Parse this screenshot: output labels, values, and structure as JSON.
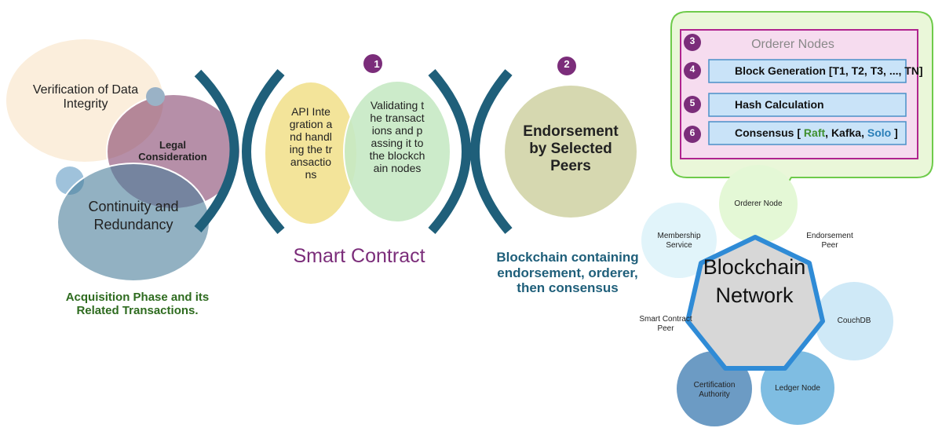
{
  "colors": {
    "purple": "#7b2d7a",
    "teal_dark": "#1f5f7a",
    "green_dark": "#2e6b1f",
    "callout_border": "#6ecb4a",
    "callout_fill": "#eaf7d9",
    "magenta_border": "#b0248f",
    "step_border": "#4a90c8",
    "step_fill": "#c9e3f8"
  },
  "acquisition": {
    "verification": "Verification of Data Integrity",
    "legal": "Legal Consideration",
    "continuity": "Continuity and Redundancy",
    "caption": "Acquisition Phase and its Related Transactions."
  },
  "smart_contract": {
    "badge": "1",
    "api_text": "API Integration and handling the transactions",
    "validate_text": "Validating the transactions and passing it to the blockchain nodes",
    "caption": "Smart Contract"
  },
  "endorsement": {
    "badge": "2",
    "text": "Endorsement by Selected Peers",
    "caption": "Blockchain containing endorsement, orderer, then consensus"
  },
  "orderer_panel": {
    "title_badge": "3",
    "title": "Orderer Nodes",
    "steps": [
      {
        "badge": "4",
        "label": "Block Generation",
        "formula": "[T1, T2, T3, ..., TN]"
      },
      {
        "badge": "5",
        "label": "Hash Calculation"
      },
      {
        "badge": "6",
        "label": "Consensus",
        "options": [
          "Raft",
          "Kafka",
          "Solo"
        ]
      }
    ]
  },
  "network": {
    "center": "Blockchain Network",
    "nodes": {
      "orderer": "Orderer Node",
      "membership": "Membership Service",
      "endorsement_peer": "Endorsement Peer",
      "couchdb": "CouchDB",
      "smart_contract_peer": "Smart Contract Peer",
      "ca": "Certification Authority",
      "ledger": "Ledger Node"
    }
  }
}
